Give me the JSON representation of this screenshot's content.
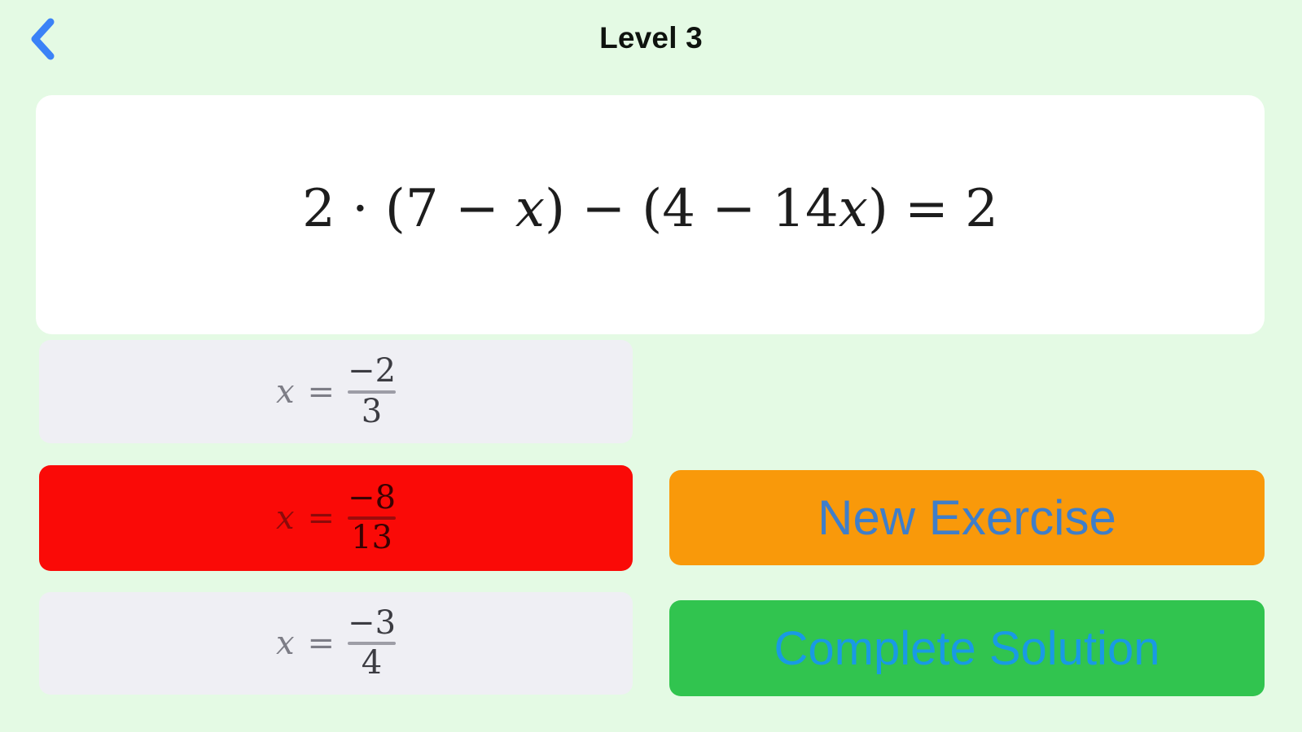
{
  "header": {
    "title": "Level 3",
    "back_icon": "chevron-left"
  },
  "exercise": {
    "equation": "2 · (7 − x) − (4 − 14x) = 2"
  },
  "options": [
    {
      "lhs": "x",
      "relation": "=",
      "numerator": "−2",
      "denominator": "3",
      "state": "default"
    },
    {
      "lhs": "x",
      "relation": "=",
      "numerator": "−8",
      "denominator": "13",
      "state": "selected-incorrect"
    },
    {
      "lhs": "x",
      "relation": "=",
      "numerator": "−3",
      "denominator": "4",
      "state": "default"
    }
  ],
  "actions": {
    "new_exercise": "New Exercise",
    "complete_solution": "Complete Solution"
  },
  "colors": {
    "background": "#e4fae4",
    "card": "#ffffff",
    "option_bg": "#efeff4",
    "wrong_bg": "#fa0a07",
    "orange": "#f9990a",
    "green": "#31c44f",
    "blue_on_orange": "#3f7ec9",
    "blue_on_green": "#199ae4",
    "back_chevron": "#3b82f7",
    "title": "#0e130e"
  }
}
